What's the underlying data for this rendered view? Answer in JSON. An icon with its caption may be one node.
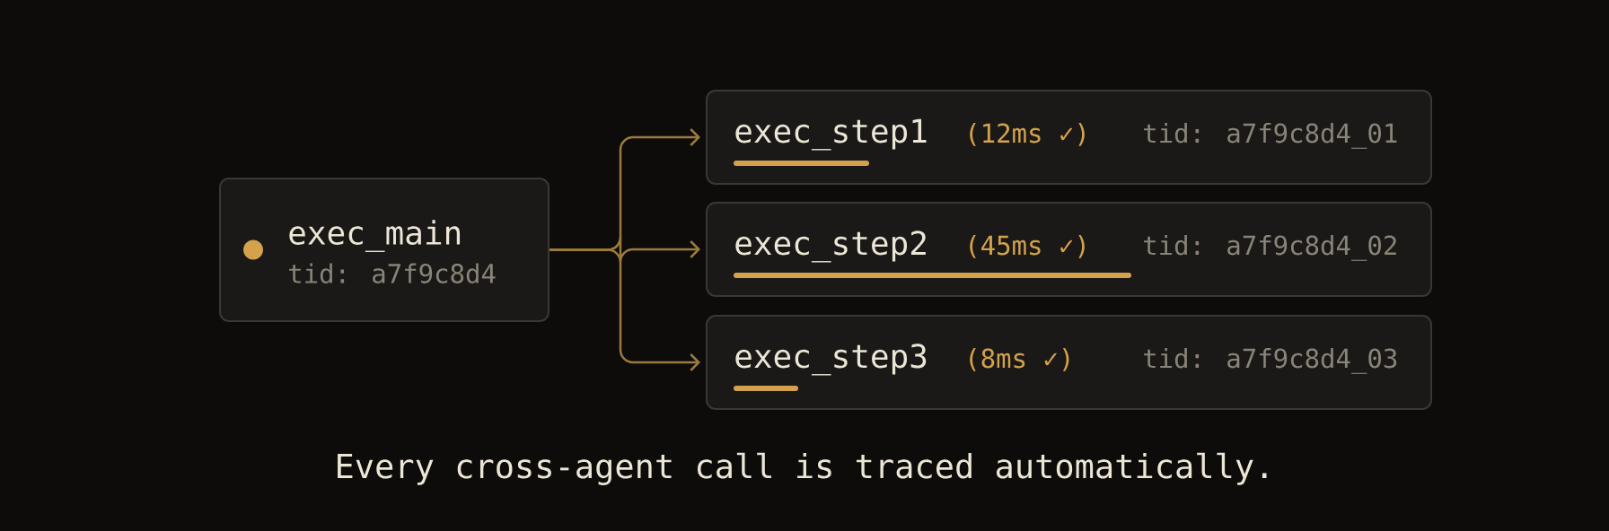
{
  "diagram": {
    "caption": "Every cross-agent call is traced automatically.",
    "nodes": [
      {
        "text": [
          "exec_main",
          "tid: a7f9c8d4"
        ]
      },
      {
        "text": [
          "exec_step1",
          "(12ms ✓)",
          "tid: a7f9c8d4_01"
        ]
      },
      {
        "text": [
          "exec_step2",
          "(45ms ✓)",
          "tid: a7f9c8d4_02"
        ]
      },
      {
        "text": [
          "exec_step3",
          "(8ms ✓)",
          "tid: a7f9c8d4_03"
        ]
      }
    ],
    "edges": [
      {
        "from": 0,
        "to": 1,
        "arrow": "to"
      },
      {
        "from": 0,
        "to": 2,
        "arrow": "to"
      },
      {
        "from": 0,
        "to": 3,
        "arrow": "to"
      }
    ]
  }
}
